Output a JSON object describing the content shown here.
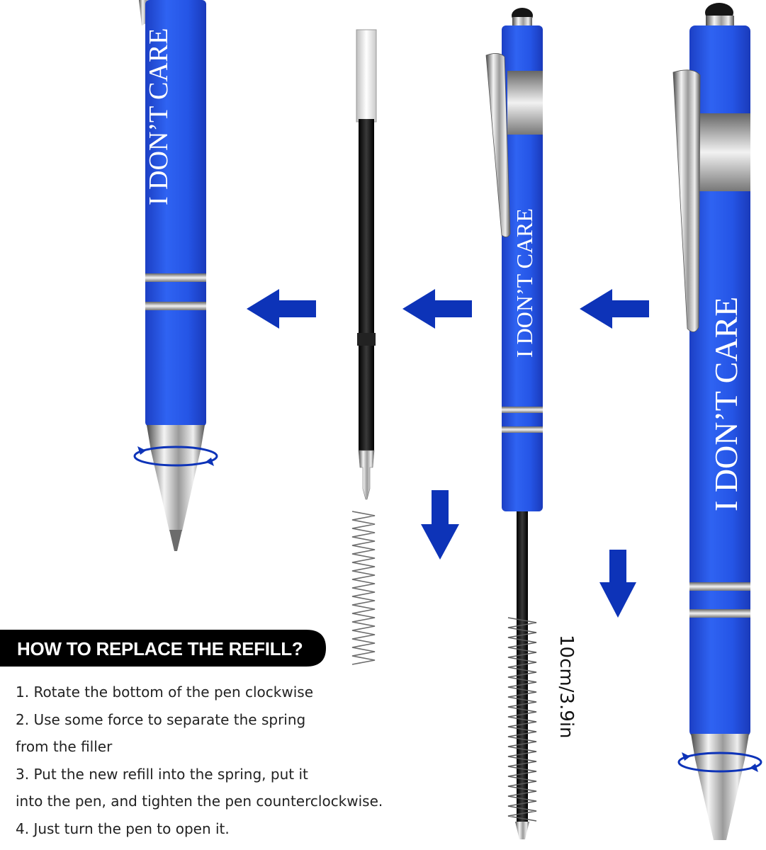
{
  "pen_engraving": "I DON’T CARE",
  "header": {
    "title": "HOW TO REPLACE THE REFILL?"
  },
  "instructions": {
    "lines": [
      "1. Rotate the bottom of the pen clockwise",
      "2. Use some force to separate the spring",
      "from the filler",
      "3. Put the new refill into the spring, put it",
      "into the pen, and tighten the pen counterclockwise.",
      "4. Just turn the pen to open it."
    ]
  },
  "dimension_label": "10cm/3.9in",
  "colors": {
    "pen_body": "#1f4fe6",
    "arrow": "#0d33b8",
    "banner": "#000000",
    "chrome": "#b9b9b9"
  },
  "icons": [
    "left-arrow-icon",
    "down-arrow-icon",
    "rotate-arrow-icon",
    "spring-icon"
  ]
}
